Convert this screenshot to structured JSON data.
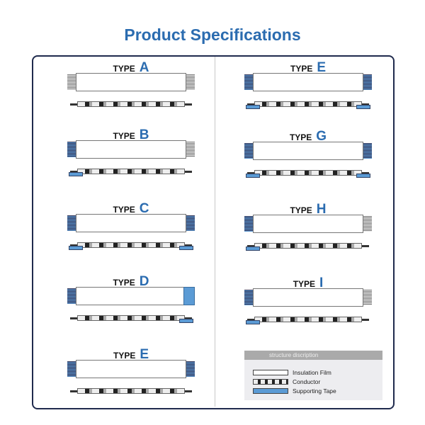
{
  "title": "Product Specifications",
  "type_word": "TYPE",
  "colors": {
    "accent": "#2b6cb0",
    "tape": "#5b9bd5",
    "frame": "#1f2a4d"
  },
  "types": [
    {
      "letter": "A",
      "left": "contacts",
      "right": "contacts",
      "side_tape": []
    },
    {
      "letter": "B",
      "left": "tape",
      "right": "contacts",
      "side_tape": [
        "left"
      ]
    },
    {
      "letter": "C",
      "left": "tape",
      "right": "tape",
      "side_tape": [
        "left",
        "right"
      ]
    },
    {
      "letter": "D",
      "left": "tape",
      "right": "block",
      "side_tape": [
        "right"
      ]
    },
    {
      "letter": "E",
      "left": "tape",
      "right": "tape",
      "side_tape": []
    },
    {
      "letter": "E",
      "left": "tape",
      "right": "tape",
      "side_tape": [
        "left",
        "right"
      ]
    },
    {
      "letter": "G",
      "left": "tape",
      "right": "tape",
      "side_tape": [
        "left",
        "right"
      ]
    },
    {
      "letter": "H",
      "left": "tape",
      "right": "contacts",
      "side_tape": [
        "left"
      ]
    },
    {
      "letter": "I",
      "left": "tape",
      "right": "contacts",
      "side_tape": [
        "left"
      ]
    }
  ],
  "legend": {
    "header": "structure discription",
    "items": [
      {
        "label": "Insulation Film",
        "kind": "film"
      },
      {
        "label": "Conductor",
        "kind": "conductor"
      },
      {
        "label": "Supporting Tape",
        "kind": "tape"
      }
    ]
  }
}
